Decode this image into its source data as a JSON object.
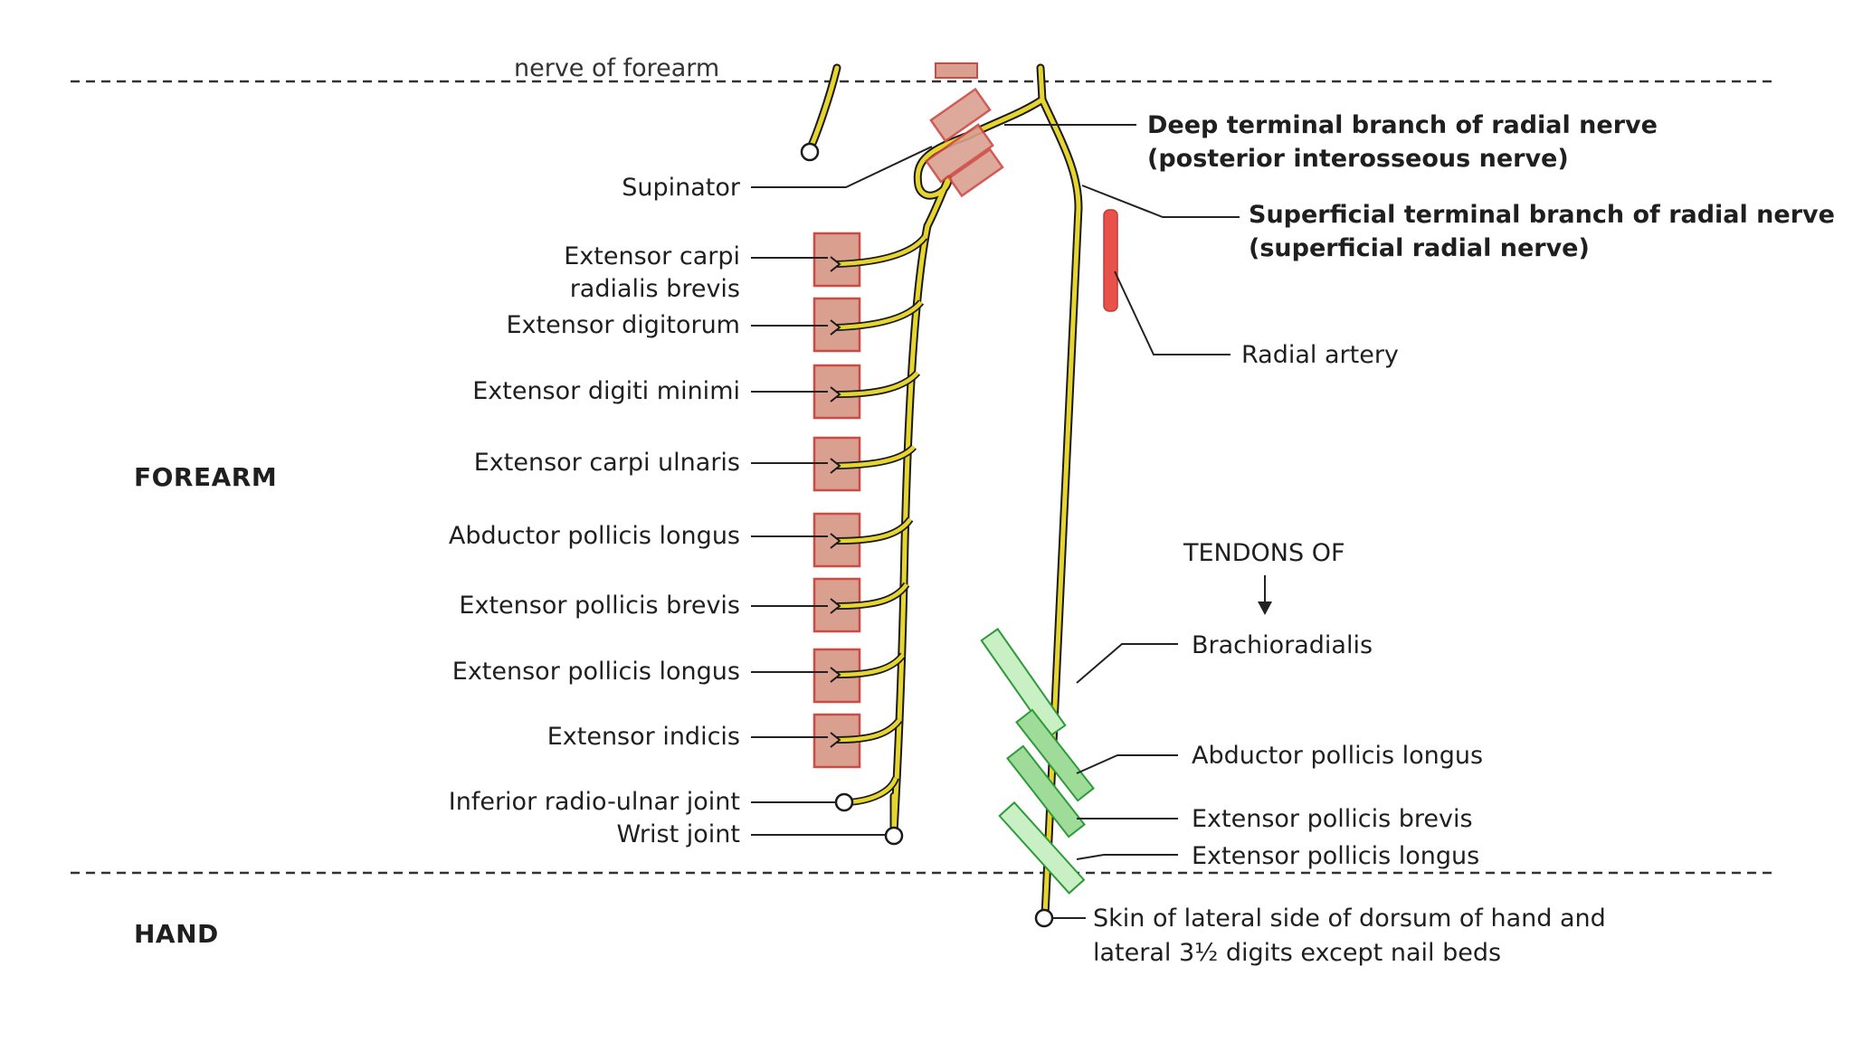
{
  "regions": {
    "forearm": "FOREARM",
    "hand": "HAND"
  },
  "top_cut_label": "nerve of forearm",
  "muscle_labels": {
    "supinator": "Supinator",
    "ecrb_1": "Extensor carpi",
    "ecrb_2": "radialis brevis",
    "ed": "Extensor digitorum",
    "edm": "Extensor digiti minimi",
    "ecu": "Extensor carpi ulnaris",
    "apl": "Abductor pollicis longus",
    "epb": "Extensor pollicis brevis",
    "epl": "Extensor pollicis longus",
    "ei": "Extensor indicis",
    "iruj": "Inferior radio-ulnar joint",
    "wrist": "Wrist joint"
  },
  "branch_labels": {
    "deep_1": "Deep terminal branch of radial nerve",
    "deep_2": "(posterior interosseous nerve)",
    "superficial_1": "Superficial terminal branch of radial nerve",
    "superficial_2": "(superficial radial nerve)",
    "radial_artery": "Radial artery"
  },
  "tendons": {
    "heading": "TENDONS OF",
    "brachioradialis": "Brachioradialis",
    "apl": "Abductor pollicis longus",
    "epb": "Extensor pollicis brevis",
    "epl": "Extensor pollicis longus"
  },
  "skin_label": {
    "line1": "Skin of lateral side of dorsum of hand and",
    "line2": "lateral 3½ digits except nail beds"
  },
  "colors": {
    "nerve": "#e6d52e",
    "nerve_outline": "#1a1a1a",
    "muscle_fill": "#d9a090",
    "muscle_stroke": "#cf4a45",
    "artery": "#e8524a",
    "tendon_fill": "#9fdc9a",
    "tendon_stroke": "#2e9a3a",
    "leader": "#222222",
    "dash": "#333333"
  }
}
